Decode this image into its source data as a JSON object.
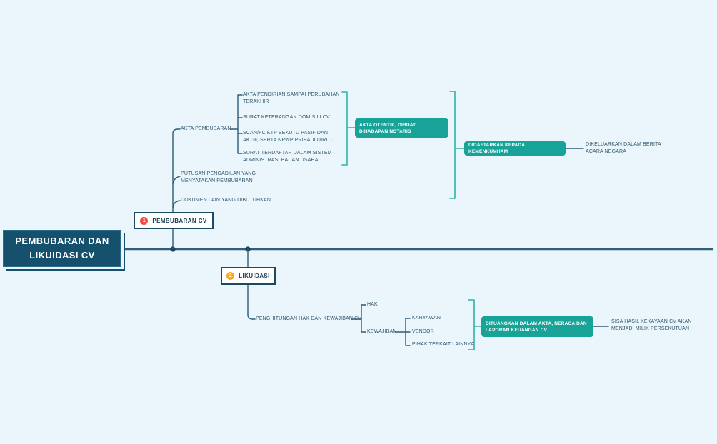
{
  "title": "PEMBUBARAN DAN LIKUIDASI CV",
  "colors": {
    "background": "#eaf6fb",
    "root_node": "#15506c",
    "accent_teal": "#17a398",
    "bracket_teal": "#2db4a5",
    "line_dark": "#2d5b78",
    "badge_red": "#ee4d42",
    "badge_orange": "#f7a928",
    "label_text": "#31576e"
  },
  "pembubaran": {
    "badge": "1",
    "label": "PEMBUBARAN CV",
    "akta_pembubaran": {
      "label": "AKTA PEMBUBARAN",
      "requirements": [
        "AKTA PENDIRIAN SAMPAI PERUBAHAN TERAKHIR",
        "SURAT KETERANGAN DOMISILI CV",
        "SCAN/FC KTP SEKUTU PASIF DAN AKTIF, SERTA NPWP PRIBADI DIRUT",
        "SURAT TERDAFTAR DALAM SISTEM ADMINISTRASI BADAN USAHA"
      ],
      "annotation": "AKTA OTENTIK, DIBUAT DIHADAPAN NOTARIS"
    },
    "putusan": "PUTUSAN PENGADILAN YANG MENYATAKAN PEMBUBARAN",
    "dokumen": "DOKUMEN LAIN YANG DIBUTUHKAN",
    "kemenkumham": "DIDAFTARKAN KEPADA KEMENKUMHAM",
    "berita_acara": "DIKELUARKAN DALAM BERITA ACARA NEGARA"
  },
  "likuidasi": {
    "badge": "2",
    "label": "LIKUIDASI",
    "penghitungan": "PENGHITUNGAN HAK DAN KEWAJIBAN CV",
    "hak": "HAK",
    "kewajiban": {
      "label": "KEWAJIBAN",
      "items": [
        "KARYAWAN",
        "VENDOR",
        "PIHAK TERKAIT LAINNYA"
      ]
    },
    "akta_neraca": "DITUANGKAN DALAM AKTA, NERACA DAN LAPORAN KEUANGAN CV",
    "sisa_kekayaan": "SISA HASIL KEKAYAAN CV AKAN MENJADI MILIK PERSEKUTUAN"
  }
}
